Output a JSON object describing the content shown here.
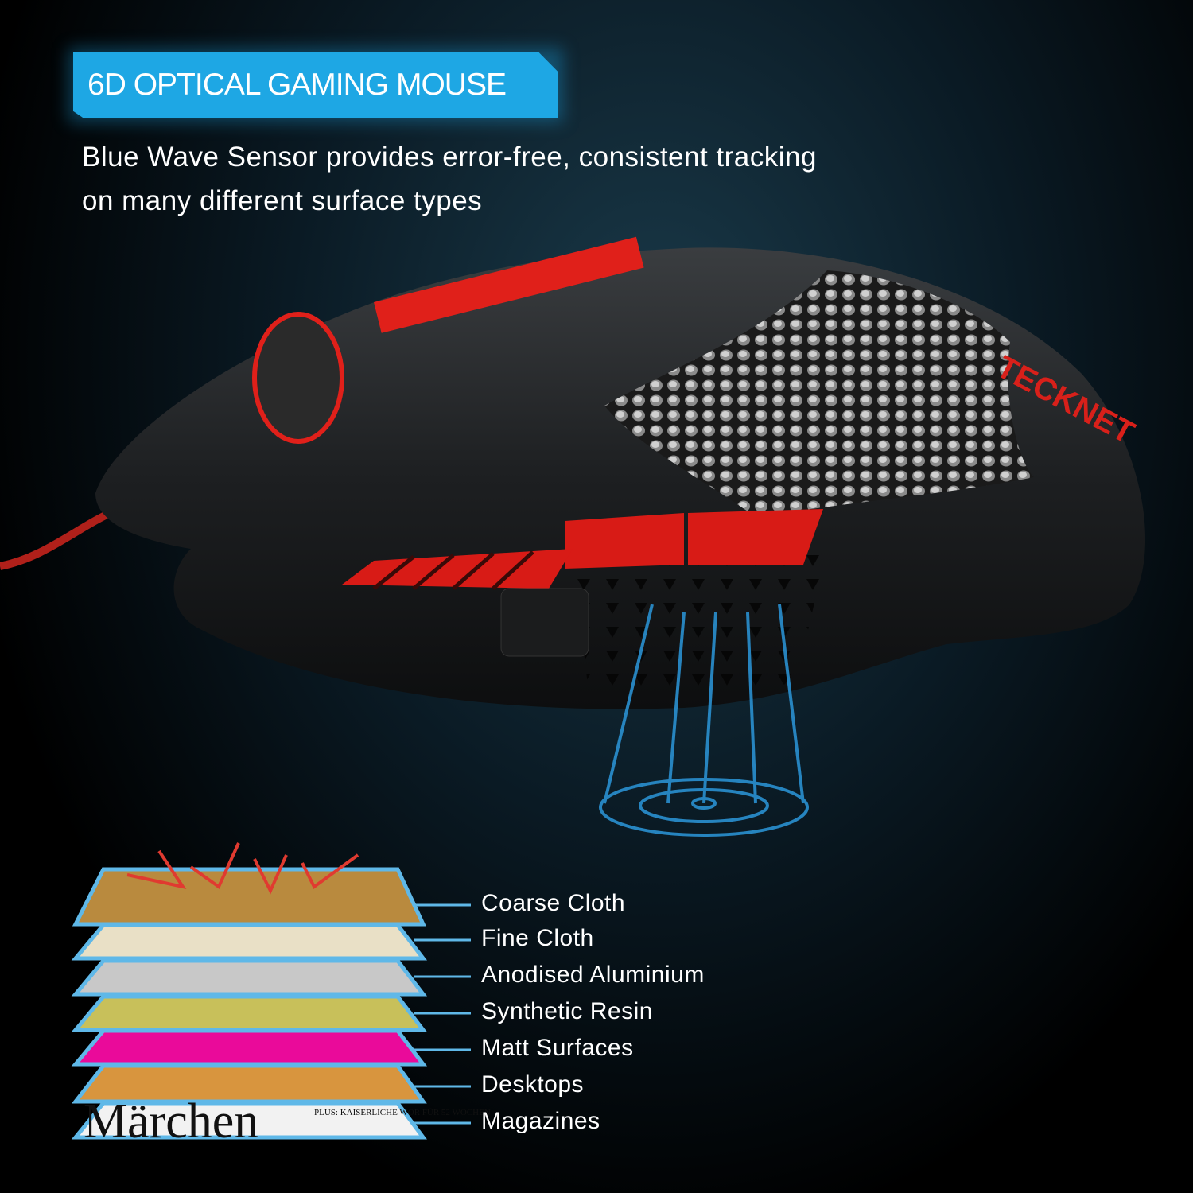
{
  "header": {
    "title": "6D OPTICAL GAMING MOUSE"
  },
  "subtitle": {
    "line1": "Blue Wave Sensor provides error-free, consistent tracking",
    "line2": "on many different surface types"
  },
  "product": {
    "brand_logo": "TECKNET",
    "magazine_text": "Märchen",
    "magazine_small": "PLUS: KAISERLICHE WOR FÜR 52 WOCHEN"
  },
  "surfaces": [
    {
      "label": "Coarse Cloth",
      "color": "#b98a3e"
    },
    {
      "label": "Fine Cloth",
      "color": "#e9e0c6"
    },
    {
      "label": "Anodised Aluminium",
      "color": "#c8c8c8"
    },
    {
      "label": "Synthetic Resin",
      "color": "#c8c05a"
    },
    {
      "label": "Matt Surfaces",
      "color": "#ea0a9a"
    },
    {
      "label": "Desktops",
      "color": "#d8953e"
    },
    {
      "label": "Magazines",
      "color": "#f2f2f2"
    }
  ],
  "colors": {
    "accent": "#1ea7e4",
    "mouse_red": "#e0201a",
    "outline": "#5fb8e8"
  }
}
